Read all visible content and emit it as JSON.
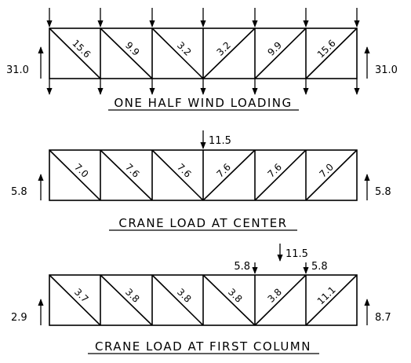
{
  "trusses": [
    {
      "caption": "ONE HALF WIND LOADING",
      "left_reaction": "31.0",
      "right_reaction": "31.0",
      "members": [
        "15.6",
        "9.9",
        "3.2",
        "3.2",
        "9.9",
        "15.6"
      ],
      "point_loads": []
    },
    {
      "caption": "CRANE LOAD AT CENTER",
      "left_reaction": "5.8",
      "right_reaction": "5.8",
      "members": [
        "7.0",
        "7.6",
        "7.6",
        "7.6",
        "7.6",
        "7.0"
      ],
      "point_loads": [
        "11.5"
      ]
    },
    {
      "caption": "CRANE LOAD AT FIRST COLUMN",
      "left_reaction": "2.9",
      "right_reaction": "8.7",
      "members": [
        "3.7",
        "3.8",
        "3.8",
        "3.8",
        "3.8",
        "11.1"
      ],
      "point_loads": [
        "5.8",
        "11.5",
        "5.8"
      ]
    }
  ]
}
